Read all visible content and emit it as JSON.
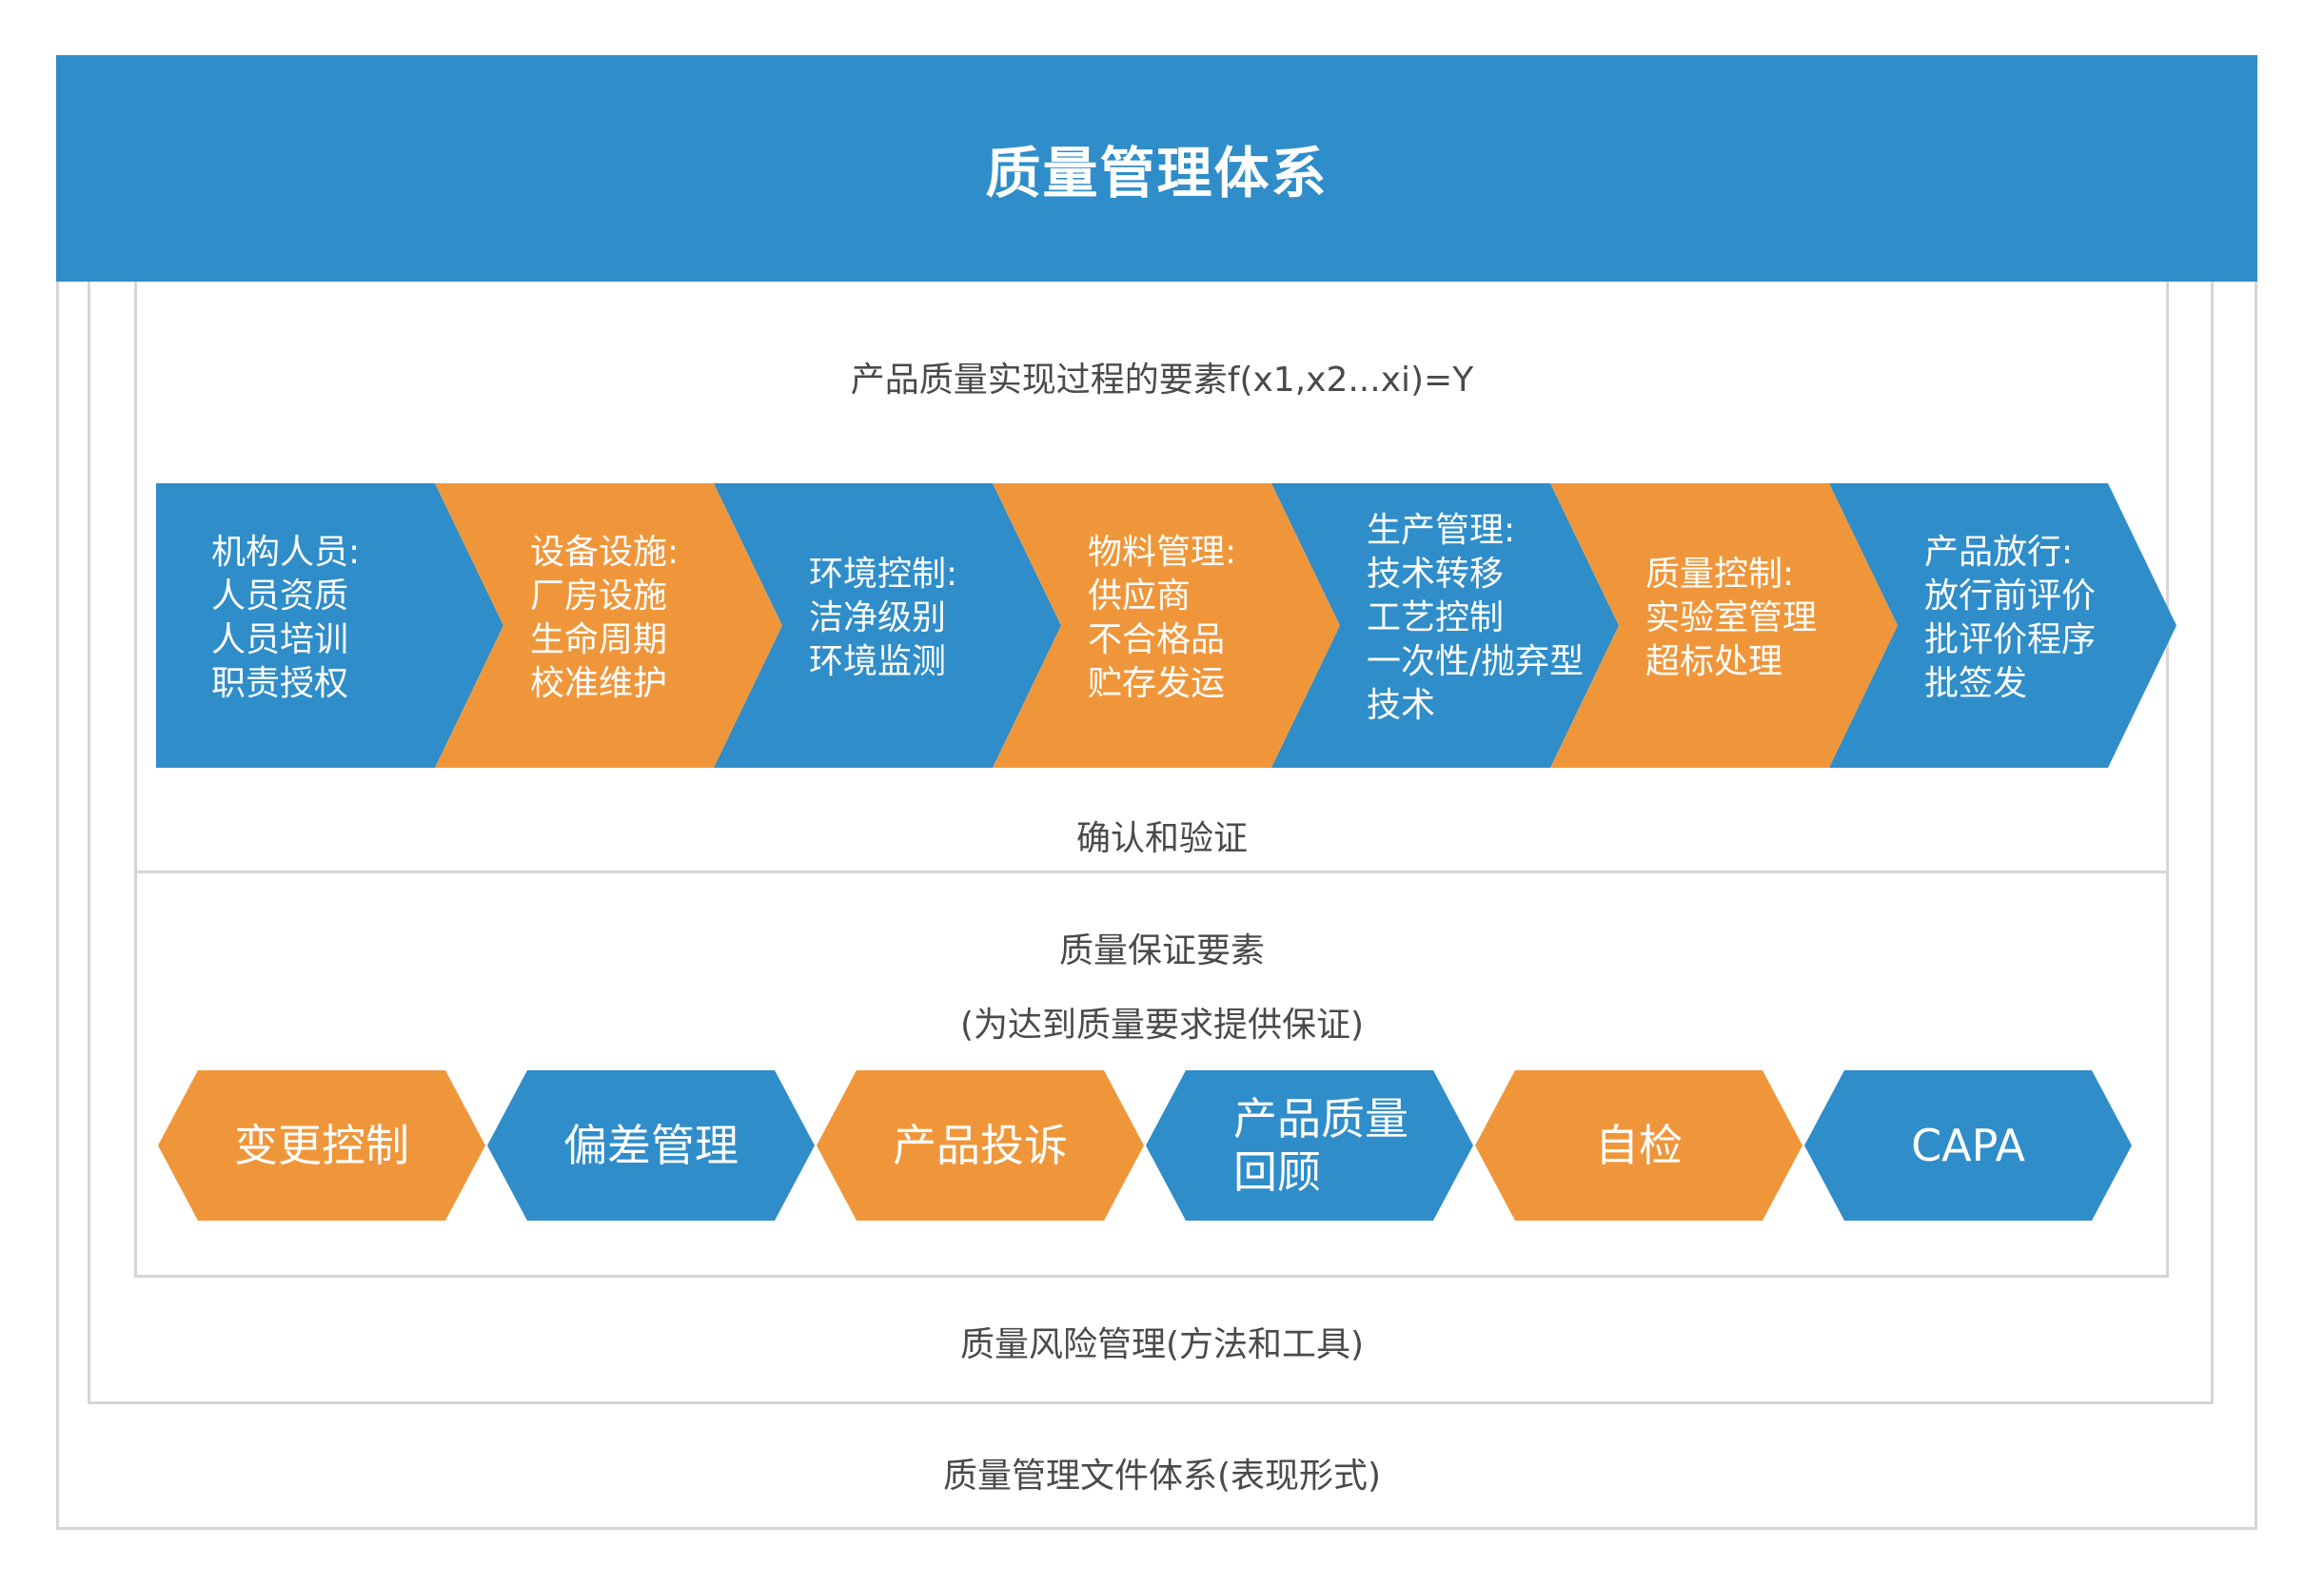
{
  "header": {
    "title": "质量管理体系"
  },
  "process": {
    "title": "产品质量实现过程的要素f(x1,x2...xi)=Y",
    "footer": "确认和验证",
    "colors": {
      "blue": "#2f8dc9",
      "orange": "#f0963a"
    },
    "steps": [
      {
        "color": "blue",
        "lines": [
          "机构人员:",
          "人员资质",
          "人员培训",
          "职责授权"
        ]
      },
      {
        "color": "orange",
        "lines": [
          "设备设施:",
          "厂房设施",
          "生命周期",
          "校准维护"
        ]
      },
      {
        "color": "blue",
        "lines": [
          "环境控制:",
          "洁净级别",
          "环境监测"
        ]
      },
      {
        "color": "orange",
        "lines": [
          "物料管理:",
          "供应商",
          "不合格品",
          "贮存发运"
        ]
      },
      {
        "color": "blue",
        "lines": [
          "生产管理:",
          "技术转移",
          "工艺控制",
          "一次性/抛弃型",
          "技术"
        ]
      },
      {
        "color": "orange",
        "lines": [
          "质量控制:",
          "实验室管理",
          "超标处理"
        ]
      },
      {
        "color": "blue",
        "lines": [
          "产品放行:",
          "放行前评价",
          "批评价程序",
          "批签发"
        ]
      }
    ]
  },
  "assurance": {
    "title": "质量保证要素",
    "subtitle": "(为达到质量要求提供保证)",
    "items": [
      {
        "color": "orange",
        "lines": [
          "变更控制"
        ]
      },
      {
        "color": "blue",
        "lines": [
          "偏差管理"
        ]
      },
      {
        "color": "orange",
        "lines": [
          "产品投诉"
        ]
      },
      {
        "color": "blue",
        "lines": [
          "产品质量",
          "回顾"
        ]
      },
      {
        "color": "orange",
        "lines": [
          "自检"
        ]
      },
      {
        "color": "blue",
        "lines": [
          "CAPA"
        ]
      }
    ]
  },
  "risk": {
    "label": "质量风险管理(方法和工具)"
  },
  "documents": {
    "label": "质量管理文件体系(表现形式)"
  }
}
